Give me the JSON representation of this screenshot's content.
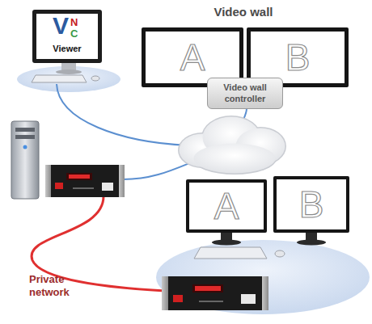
{
  "diagram": {
    "nodes": [
      {
        "text": [
          "V",
          "N",
          "C",
          "Viewer"
        ]
      },
      {
        "text": [
          "A"
        ]
      },
      {
        "text": [
          "B"
        ]
      },
      {
        "text": [
          "Video wall controller"
        ]
      },
      {
        "text": [
          "A"
        ]
      },
      {
        "text": [
          "B"
        ]
      }
    ],
    "labels": [
      "Video wall",
      "Private network"
    ]
  }
}
